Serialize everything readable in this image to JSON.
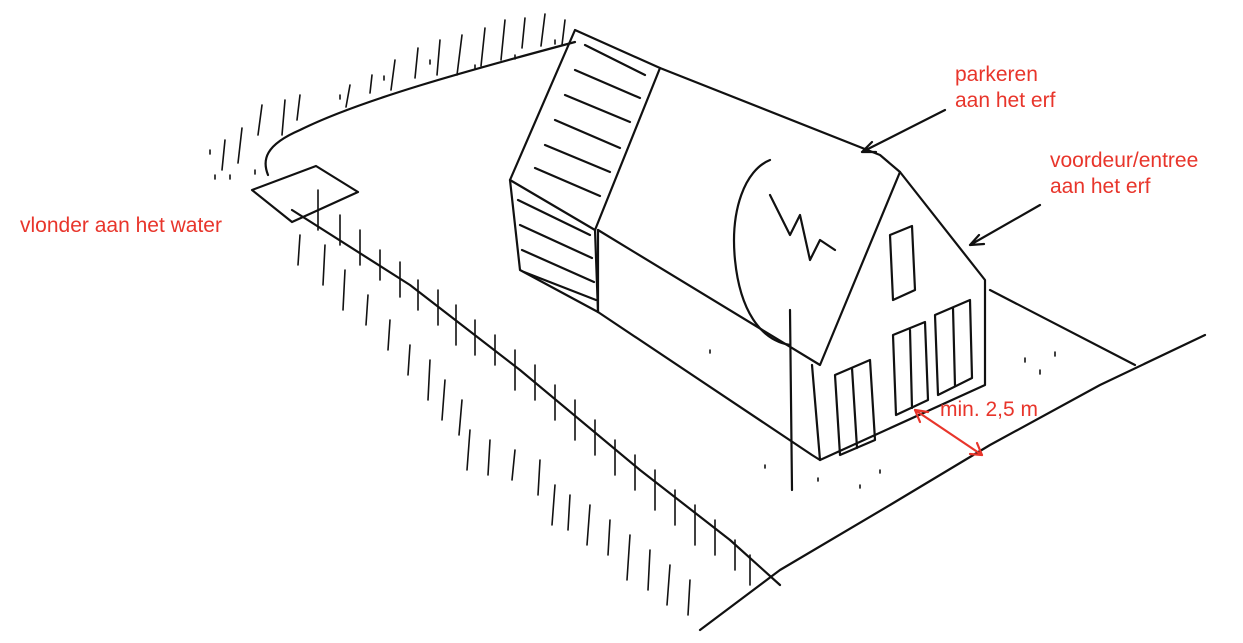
{
  "annotations": {
    "parking": [
      "parkeren",
      "aan het erf"
    ],
    "front_door": [
      "voordeur/entree",
      "aan het erf"
    ],
    "deck": "vlonder aan het water",
    "distance": "min. 2,5 m"
  },
  "colors": {
    "annotation": "#e8352b",
    "ink": "#111111"
  }
}
